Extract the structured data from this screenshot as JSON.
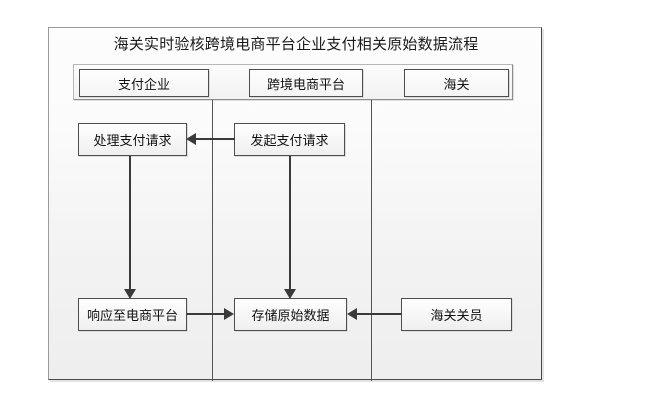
{
  "diagram": {
    "title": "海关实时验核跨境电商平台企业支付相关原始数据流程",
    "lanes": [
      {
        "label": "支付企业"
      },
      {
        "label": "跨境电商平台"
      },
      {
        "label": "海关"
      }
    ],
    "tasks": [
      {
        "id": "process-payment",
        "label": "处理支付请求"
      },
      {
        "id": "initiate-payment",
        "label": "发起支付请求"
      },
      {
        "id": "respond-platform",
        "label": "响应至电商平台"
      },
      {
        "id": "store-rawdata",
        "label": "存储原始数据"
      },
      {
        "id": "customs-officer",
        "label": "海关关员"
      }
    ],
    "connectors": [
      {
        "id": "initiate-to-process",
        "from": "initiate-payment",
        "to": "process-payment",
        "direction": "left"
      },
      {
        "id": "process-to-respond",
        "from": "process-payment",
        "to": "respond-platform",
        "direction": "down"
      },
      {
        "id": "initiate-to-store",
        "from": "initiate-payment",
        "to": "store-rawdata",
        "direction": "down"
      },
      {
        "id": "respond-to-store",
        "from": "respond-platform",
        "to": "store-rawdata",
        "direction": "right"
      },
      {
        "id": "officer-to-store",
        "from": "customs-officer",
        "to": "store-rawdata",
        "direction": "left"
      }
    ],
    "colors": {
      "border": "#4d4d4d",
      "connector": "#3a3a3a",
      "lane_divider": "#545454",
      "canvas_background": "#f4f4f4",
      "text": "#111111"
    }
  }
}
